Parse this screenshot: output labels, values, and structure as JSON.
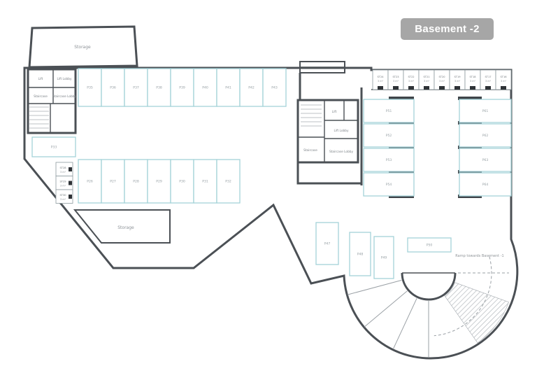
{
  "badge": {
    "label": "Basement -2"
  },
  "ramp": {
    "label": "Ramp towards Basement -1"
  },
  "rooms": {
    "storage_top": "Storage",
    "storage_bottom": "Storage",
    "left_core": {
      "lift": "Lift",
      "lift_lobby": "Lift Lobby",
      "staircase": "Staircase",
      "staircase_lobby": "Staircase Lobby"
    },
    "center_core": {
      "lift": "Lift",
      "lift_lobby": "Lift Lobby",
      "staircase": "Staircase",
      "staircase_lobby": "Staircase Lobby"
    }
  },
  "parking": {
    "top_row": [
      "P35",
      "P36",
      "P37",
      "P38",
      "P39",
      "P40",
      "P41",
      "P42",
      "P43"
    ],
    "middle_row": [
      "P26",
      "P27",
      "P28",
      "P29",
      "P30",
      "P31",
      "P32"
    ],
    "singles": [
      "P33",
      "P47",
      "P48",
      "P49",
      "P50"
    ],
    "right_col_a": [
      "P51",
      "P52",
      "P53",
      "P54"
    ],
    "right_col_b": [
      "P61",
      "P62",
      "P63",
      "P64"
    ]
  },
  "storage_units": {
    "top_row": [
      {
        "name": "ST24",
        "area": "3 m²"
      },
      {
        "name": "ST23",
        "area": "3 m²"
      },
      {
        "name": "ST22",
        "area": "3 m²"
      },
      {
        "name": "ST21",
        "area": "3 m²"
      },
      {
        "name": "ST20",
        "area": "3 m²"
      },
      {
        "name": "ST19",
        "area": "3 m²"
      },
      {
        "name": "ST18",
        "area": "3 m²"
      },
      {
        "name": "ST17",
        "area": "3 m²"
      },
      {
        "name": "ST16",
        "area": "3 m²"
      }
    ],
    "left_column": [
      {
        "name": "ST28",
        "area": "3 m²"
      },
      {
        "name": "ST29",
        "area": "3 m²"
      },
      {
        "name": "ST30",
        "area": "3 m²"
      }
    ]
  },
  "colors": {
    "wall": "#4b5055",
    "parking_outline": "#a4d3d8",
    "badge_bg": "#a6a6a6",
    "badge_text": "#ffffff",
    "label_text": "#8d9297"
  }
}
